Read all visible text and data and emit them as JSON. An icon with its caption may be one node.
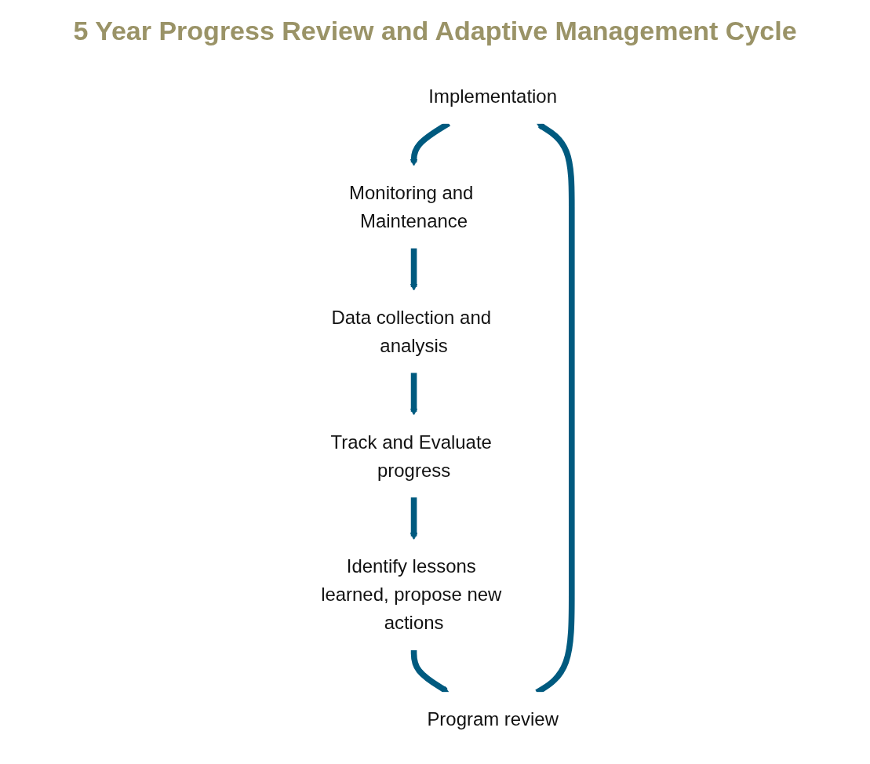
{
  "diagram": {
    "title": "5 Year Progress Review and Adaptive Management Cycle",
    "nodes": [
      {
        "text": [
          "Implementation"
        ]
      },
      {
        "text": [
          "Monitoring and Maintenance"
        ]
      },
      {
        "text": [
          "Data collection and analysis"
        ]
      },
      {
        "text": [
          "Track and Evaluate progress"
        ]
      },
      {
        "text": [
          "Identify lessons learned, propose new actions"
        ]
      },
      {
        "text": [
          "Program review"
        ]
      }
    ],
    "edges": [
      {
        "from": 0,
        "to": 1,
        "arrow": "to"
      },
      {
        "from": 1,
        "to": 2,
        "arrow": "to"
      },
      {
        "from": 2,
        "to": 3,
        "arrow": "to"
      },
      {
        "from": 3,
        "to": 4,
        "arrow": "to"
      },
      {
        "from": 4,
        "to": 5,
        "arrow": "to"
      },
      {
        "from": 5,
        "to": 0,
        "arrow": "to"
      }
    ]
  }
}
